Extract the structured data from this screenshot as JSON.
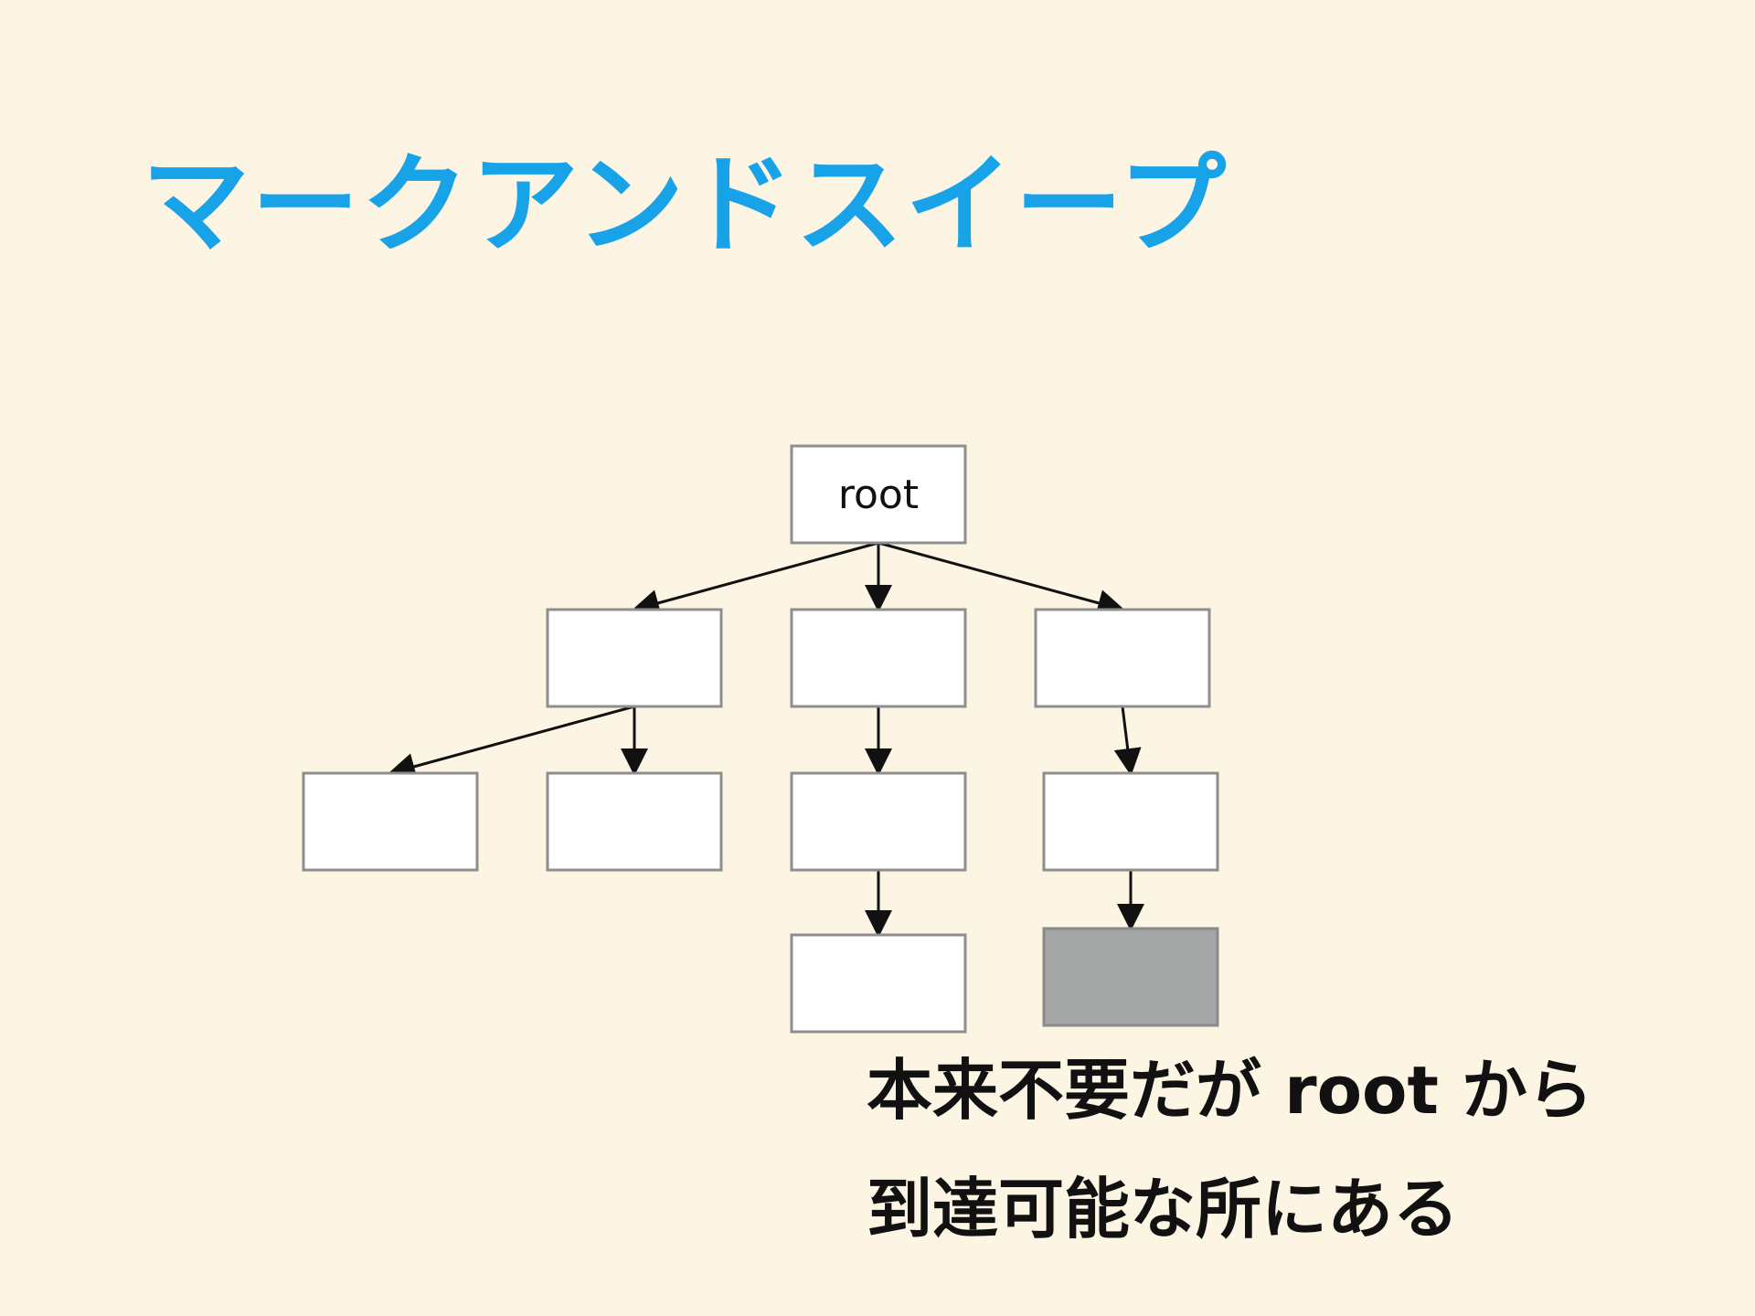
{
  "slide": {
    "title": "マークアンドスイープ",
    "title_color": "#18a3e9",
    "background_color": "#fdf5e3",
    "caption_lines": [
      "本来不要だが root から",
      "到達可能な所にある"
    ]
  },
  "diagram": {
    "nodes": [
      {
        "id": "root",
        "label": "root",
        "garbage": false
      },
      {
        "id": "a",
        "label": "",
        "garbage": false
      },
      {
        "id": "b",
        "label": "",
        "garbage": false
      },
      {
        "id": "c",
        "label": "",
        "garbage": false
      },
      {
        "id": "a1",
        "label": "",
        "garbage": false
      },
      {
        "id": "a2",
        "label": "",
        "garbage": false
      },
      {
        "id": "b1",
        "label": "",
        "garbage": false
      },
      {
        "id": "c1",
        "label": "",
        "garbage": false
      },
      {
        "id": "b2",
        "label": "",
        "garbage": false
      },
      {
        "id": "c2",
        "label": "",
        "garbage": true
      }
    ],
    "edges": [
      {
        "from": "root",
        "to": "a"
      },
      {
        "from": "root",
        "to": "b"
      },
      {
        "from": "root",
        "to": "c"
      },
      {
        "from": "a",
        "to": "a1"
      },
      {
        "from": "a",
        "to": "a2"
      },
      {
        "from": "b",
        "to": "b1"
      },
      {
        "from": "c",
        "to": "c1"
      },
      {
        "from": "b1",
        "to": "b2"
      },
      {
        "from": "c1",
        "to": "c2"
      }
    ],
    "garbage_fill": "#a5a7a7"
  }
}
